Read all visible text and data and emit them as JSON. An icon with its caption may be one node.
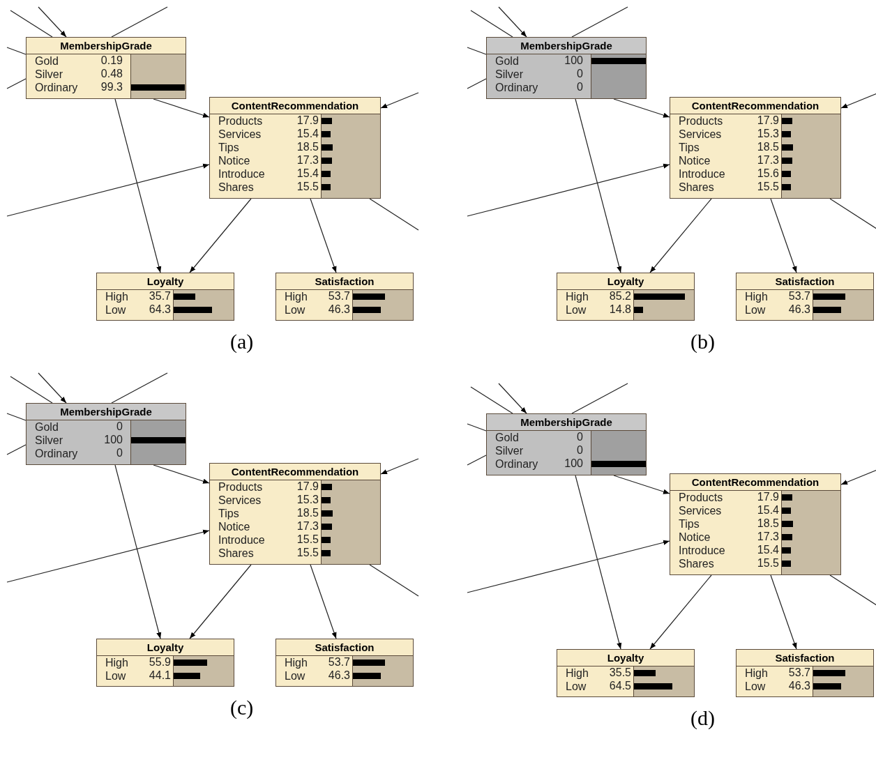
{
  "diagram": {
    "nodes": [
      {
        "text": [
          "MembershipGrade",
          "Gold",
          "0.19",
          "Silver",
          "0.48",
          "Ordinary",
          "99.3"
        ]
      },
      {
        "text": [
          "ContentRecommendation",
          "Products",
          "17.9",
          "Services",
          "15.4",
          "Tips",
          "18.5",
          "Notice",
          "17.3",
          "Introduce",
          "15.4",
          "Shares",
          "15.5"
        ]
      },
      {
        "text": [
          "Loyalty",
          "High",
          "35.7",
          "Low",
          "64.3"
        ]
      },
      {
        "text": [
          "Satisfaction",
          "High",
          "53.7",
          "Low",
          "46.3"
        ]
      },
      {
        "text": [
          "MembershipGrade",
          "Gold",
          "100",
          "Silver",
          "0",
          "Ordinary",
          "0"
        ]
      },
      {
        "text": [
          "ContentRecommendation",
          "Products",
          "17.9",
          "Services",
          "15.3",
          "Tips",
          "18.5",
          "Notice",
          "17.3",
          "Introduce",
          "15.6",
          "Shares",
          "15.5"
        ]
      },
      {
        "text": [
          "Loyalty",
          "High",
          "85.2",
          "Low",
          "14.8"
        ]
      },
      {
        "text": [
          "Satisfaction",
          "High",
          "53.7",
          "Low",
          "46.3"
        ]
      },
      {
        "text": [
          "MembershipGrade",
          "Gold",
          "0",
          "Silver",
          "100",
          "Ordinary",
          "0"
        ]
      },
      {
        "text": [
          "ContentRecommendation",
          "Products",
          "17.9",
          "Services",
          "15.3",
          "Tips",
          "18.5",
          "Notice",
          "17.3",
          "Introduce",
          "15.5",
          "Shares",
          "15.5"
        ]
      },
      {
        "text": [
          "Loyalty",
          "High",
          "55.9",
          "Low",
          "44.1"
        ]
      },
      {
        "text": [
          "Satisfaction",
          "High",
          "53.7",
          "Low",
          "46.3"
        ]
      },
      {
        "text": [
          "MembershipGrade",
          "Gold",
          "0",
          "Silver",
          "0",
          "Ordinary",
          "100"
        ]
      },
      {
        "text": [
          "ContentRecommendation",
          "Products",
          "17.9",
          "Services",
          "15.4",
          "Tips",
          "18.5",
          "Notice",
          "17.3",
          "Introduce",
          "15.4",
          "Shares",
          "15.5"
        ]
      },
      {
        "text": [
          "Loyalty",
          "High",
          "35.5",
          "Low",
          "64.5"
        ]
      },
      {
        "text": [
          "Satisfaction",
          "High",
          "53.7",
          "Low",
          "46.3"
        ]
      }
    ],
    "edges": [
      {
        "from": 0,
        "to": null,
        "arrow": "none"
      },
      {
        "from": 0,
        "to": null,
        "arrow": "none"
      },
      {
        "from": 0,
        "to": null,
        "arrow": "none"
      },
      {
        "from": 0,
        "to": null,
        "arrow": "none"
      },
      {
        "from": null,
        "to": 0,
        "arrow": "to"
      },
      {
        "from": 0,
        "to": 1,
        "arrow": "to"
      },
      {
        "from": 0,
        "to": 2,
        "arrow": "to"
      },
      {
        "from": 1,
        "to": 2,
        "arrow": "to"
      },
      {
        "from": 1,
        "to": 3,
        "arrow": "to"
      },
      {
        "from": null,
        "to": 1,
        "arrow": "to"
      },
      {
        "from": null,
        "to": 1,
        "arrow": "to"
      },
      {
        "from": 1,
        "to": null,
        "arrow": "none"
      },
      {
        "from": 4,
        "to": null,
        "arrow": "none"
      },
      {
        "from": 4,
        "to": null,
        "arrow": "none"
      },
      {
        "from": 4,
        "to": null,
        "arrow": "none"
      },
      {
        "from": 4,
        "to": null,
        "arrow": "none"
      },
      {
        "from": null,
        "to": 4,
        "arrow": "to"
      },
      {
        "from": 4,
        "to": 5,
        "arrow": "to"
      },
      {
        "from": 4,
        "to": 6,
        "arrow": "to"
      },
      {
        "from": 5,
        "to": 6,
        "arrow": "to"
      },
      {
        "from": 5,
        "to": 7,
        "arrow": "to"
      },
      {
        "from": null,
        "to": 5,
        "arrow": "to"
      },
      {
        "from": null,
        "to": 5,
        "arrow": "to"
      },
      {
        "from": 5,
        "to": null,
        "arrow": "none"
      },
      {
        "from": 8,
        "to": null,
        "arrow": "none"
      },
      {
        "from": 8,
        "to": null,
        "arrow": "none"
      },
      {
        "from": 8,
        "to": null,
        "arrow": "none"
      },
      {
        "from": 8,
        "to": null,
        "arrow": "none"
      },
      {
        "from": null,
        "to": 8,
        "arrow": "to"
      },
      {
        "from": 8,
        "to": 9,
        "arrow": "to"
      },
      {
        "from": 8,
        "to": 10,
        "arrow": "to"
      },
      {
        "from": 9,
        "to": 10,
        "arrow": "to"
      },
      {
        "from": 9,
        "to": 11,
        "arrow": "to"
      },
      {
        "from": null,
        "to": 9,
        "arrow": "to"
      },
      {
        "from": null,
        "to": 9,
        "arrow": "to"
      },
      {
        "from": 9,
        "to": null,
        "arrow": "none"
      },
      {
        "from": 12,
        "to": null,
        "arrow": "none"
      },
      {
        "from": 12,
        "to": null,
        "arrow": "none"
      },
      {
        "from": 12,
        "to": null,
        "arrow": "none"
      },
      {
        "from": 12,
        "to": null,
        "arrow": "none"
      },
      {
        "from": null,
        "to": 12,
        "arrow": "to"
      },
      {
        "from": 12,
        "to": 13,
        "arrow": "to"
      },
      {
        "from": 12,
        "to": 14,
        "arrow": "to"
      },
      {
        "from": 13,
        "to": 14,
        "arrow": "to"
      },
      {
        "from": 13,
        "to": 15,
        "arrow": "to"
      },
      {
        "from": null,
        "to": 13,
        "arrow": "to"
      },
      {
        "from": null,
        "to": 13,
        "arrow": "to"
      },
      {
        "from": 13,
        "to": null,
        "arrow": "none"
      }
    ],
    "labels": [
      "(a)",
      "(b)",
      "(c)",
      "(d)"
    ]
  }
}
